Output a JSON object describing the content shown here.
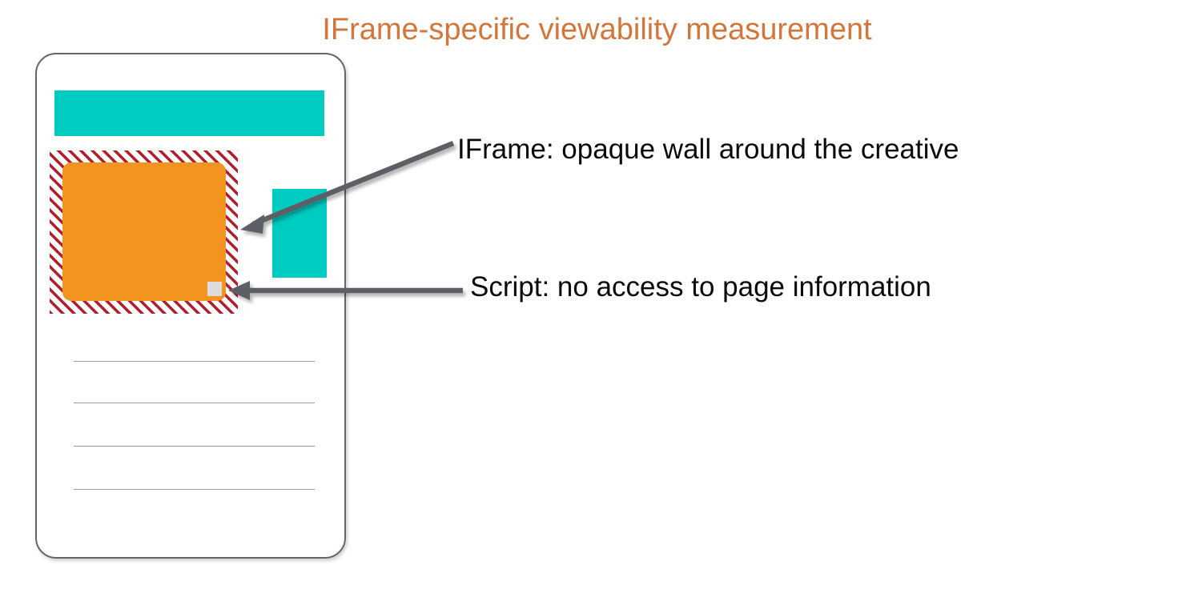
{
  "slide": {
    "title": "IFrame-specific viewability measurement",
    "title_color": "#d2763c",
    "background_color": "#ffffff"
  },
  "device_mockup": {
    "name": "phone-page-mockup",
    "frame_color": "#62656b",
    "page_banner": {
      "label": "page-banner-block",
      "color": "#00cbc0"
    },
    "side_block": {
      "label": "page-side-block",
      "color": "#00cbc0"
    },
    "text_lines": [
      "text-line-1",
      "text-line-2",
      "text-line-3",
      "text-line-4"
    ],
    "text_line_color": "#9a9da2",
    "iframe_wall": {
      "label": "iframe-hatched-wall",
      "hatch_color": "#b21f2c"
    },
    "creative": {
      "label": "ad-creative-block",
      "color": "#f2941f"
    },
    "script_pixel": {
      "label": "measurement-script-pixel",
      "color": "#dcdcdc"
    }
  },
  "callouts": [
    {
      "id": "iframe-callout",
      "text": "IFrame: opaque wall around the creative",
      "arrow": "diagonal-arrow-to-iframe-wall",
      "color": "#0a0a0a"
    },
    {
      "id": "script-callout",
      "text": "Script: no access to page information",
      "arrow": "horizontal-arrow-to-script-pixel",
      "color": "#0a0a0a"
    }
  ],
  "arrow_color": "#5b5e63"
}
